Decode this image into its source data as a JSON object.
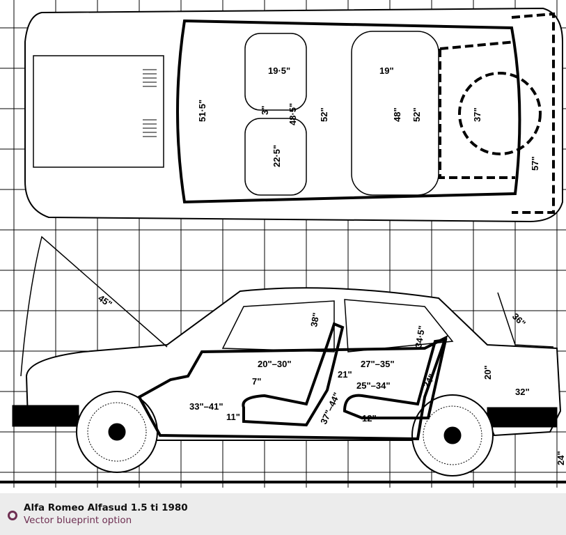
{
  "caption": {
    "title": "Alfa Romeo Alfasud 1.5 ti 1980",
    "subtitle": "Vector blueprint option"
  },
  "top_view_dimensions": [
    "19·5\"",
    "51·5\"",
    "3\"",
    "48·5\"",
    "52\"",
    "22·5\"",
    "19\"",
    "48\"",
    "52\"",
    "37\"",
    "57\""
  ],
  "side_view_dimensions": [
    "45\"",
    "38\"",
    "36\"",
    "34·5\"",
    "20\"–30\"",
    "27\"–35\"",
    "21\"",
    "7\"",
    "25\"–34\"",
    "24\"",
    "20\"",
    "32\"",
    "33\"–41\"",
    "11\"",
    "37\"–44\"",
    "12\"",
    "24\""
  ],
  "colors": {
    "accent": "#6e2f52",
    "caption_bg": "#ececec"
  }
}
